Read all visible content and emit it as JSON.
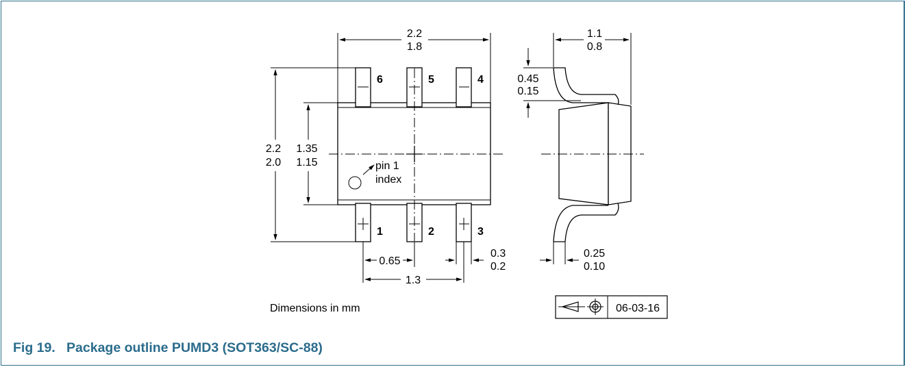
{
  "drawing": {
    "top_width_max": "2.2",
    "top_width_min": "1.8",
    "total_length_max": "2.2",
    "total_length_min": "2.0",
    "body_length_max": "1.35",
    "body_length_min": "1.15",
    "pin1_label_line1": "pin 1",
    "pin1_label_line2": "index",
    "pins": [
      "1",
      "2",
      "3",
      "4",
      "5",
      "6"
    ],
    "pitch": "0.65",
    "pitch_double": "1.3",
    "lead_width_max": "0.3",
    "lead_width_min": "0.2",
    "side_height_max": "1.1",
    "side_height_min": "0.8",
    "lead_offset_max": "0.45",
    "lead_offset_min": "0.15",
    "lead_thickness_max": "0.25",
    "lead_thickness_min": "0.10",
    "units_note": "Dimensions in mm",
    "date_code": "06-03-16"
  },
  "figure": {
    "number": "Fig 19.",
    "title": "Package outline PUMD3 (SOT363/SC-88)"
  },
  "colors": {
    "caption": "#2b6c8c",
    "border": "#2e6e8a"
  }
}
